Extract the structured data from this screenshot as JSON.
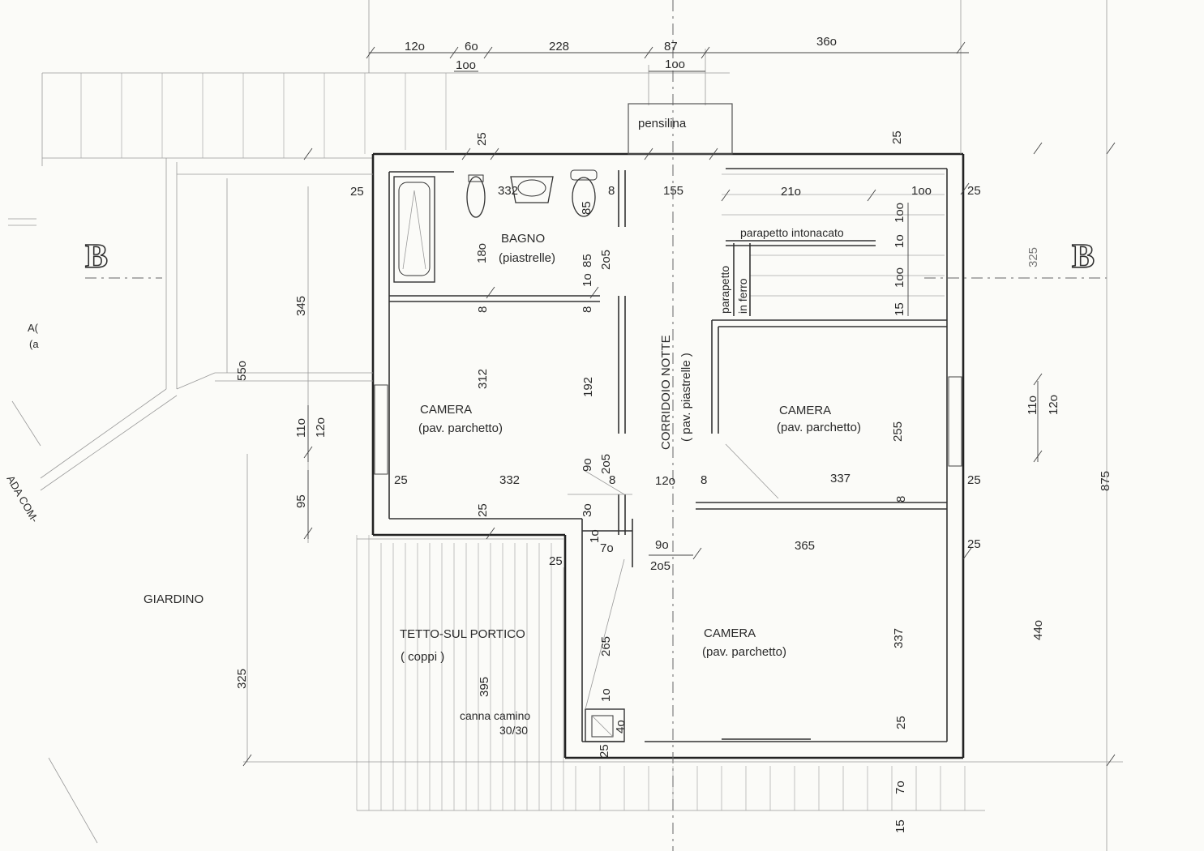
{
  "rooms": {
    "bagno": {
      "name": "BAGNO",
      "floor": "(piastrelle)"
    },
    "camera_1": {
      "name": "CAMERA",
      "floor": "(pav. parchetto)"
    },
    "camera_2": {
      "name": "CAMERA",
      "floor": "(pav. parchetto)"
    },
    "camera_3": {
      "name": "CAMERA",
      "floor": "(pav. parchetto)"
    },
    "corridoio": {
      "name": "CORRIDOIO  NOTTE",
      "floor": "( pav. piastrelle )"
    }
  },
  "labels": {
    "pensilina": "pensilina",
    "parapetto_intonacato": "parapetto intonacato",
    "parapetto_in_ferro_1": "parapetto",
    "parapetto_in_ferro_2": "in ferro",
    "giardino": "GIARDINO",
    "tetto": "TETTO-SUL  PORTICO",
    "tetto_sub": "( coppi )",
    "canna": "canna camino",
    "canna_sub": "30/30",
    "section_left": "B",
    "section_right": "B",
    "edge_1": "A(",
    "edge_2": "(a",
    "strada": "ADA  COM-"
  },
  "dimensions": {
    "top_120": "12o",
    "top_60": "6o",
    "top_228": "228",
    "top_87": "87",
    "top_360": "36o",
    "top_100a": "1oo",
    "top_100b": "1oo",
    "d25_top": "25",
    "d25_topright": "25",
    "d332_bagno": "332",
    "d8_bagno": "8",
    "d155": "155",
    "d210": "21o",
    "d100_r": "1oo",
    "d25_r1": "25",
    "d25_l1": "25",
    "d85_wc": "85",
    "d180": "18o",
    "d85": "85",
    "d205_a": "2o5",
    "d10_a": "1o",
    "d8_a": "8",
    "d8_b": "8",
    "d312": "312",
    "d192": "192",
    "d345": "345",
    "d550": "55o",
    "d100_v1": "1oo",
    "d10_v": "1o",
    "d100_v2": "1oo",
    "d15_v": "15",
    "d325_r": "325",
    "d110_l": "11o",
    "d120_l": "12o",
    "d95": "95",
    "d90_a": "9o",
    "d205_b": "2o5",
    "d25_c": "25",
    "d332_c": "332",
    "d8_c": "8",
    "d120_c": "12o",
    "d8_d": "8",
    "d337_c": "337",
    "d8_e": "8",
    "d25_r2": "25",
    "d255": "255",
    "d110_r": "11o",
    "d120_r": "12o",
    "d875": "875",
    "d25_e": "25",
    "d30": "3o",
    "d10_b": "1o",
    "d70_a": "7o",
    "d90_b": "9o",
    "d205_c": "2o5",
    "d365": "365",
    "d25_r3": "25",
    "d25_f": "25",
    "d265": "265",
    "d337_v": "337",
    "d440": "44o",
    "d325_l": "325",
    "d395": "395",
    "d10_c": "1o",
    "d40": "4o",
    "d25_g": "25",
    "d25_h": "25",
    "d70_b": "7o",
    "d15_b": "15"
  }
}
